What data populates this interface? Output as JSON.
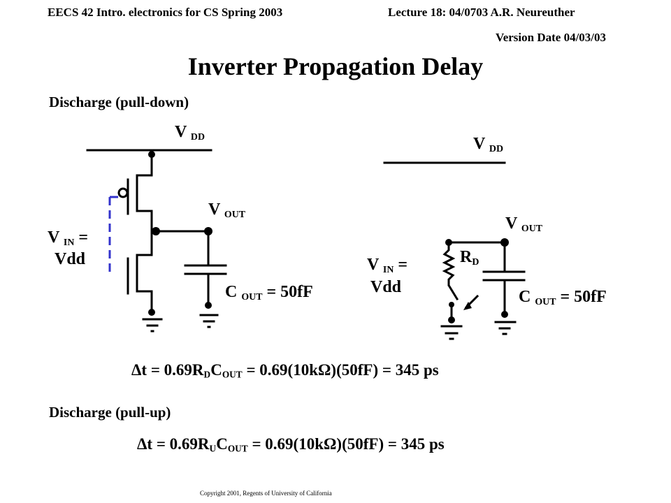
{
  "header": {
    "course": "EECS 42   Intro. electronics for CS Spring 2003",
    "lecture": "Lecture 18: 04/0703 A.R. Neureuther",
    "version": "Version Date 04/03/03"
  },
  "title": "Inverter Propagation Delay",
  "sections": {
    "pulldown": "Discharge (pull-down)",
    "pullup": "Discharge (pull-up)"
  },
  "left_circuit": {
    "vdd_main": "V",
    "vdd_sub": "DD",
    "vout_main": "V",
    "vout_sub": "OUT",
    "vin_main": "V",
    "vin_sub": "IN",
    "vin_eq": " =",
    "vin_value": "Vdd",
    "cout_main": "C",
    "cout_sub": "OUT",
    "cout_value": " = 50fF"
  },
  "right_circuit": {
    "vdd_main": "V",
    "vdd_sub": "DD",
    "vout_main": "V",
    "vout_sub": "OUT",
    "vin_main": "V",
    "vin_sub": "IN",
    "vin_eq": " =",
    "vin_value": "Vdd",
    "rd_main": "R",
    "rd_sub": "D",
    "cout_main": "C",
    "cout_sub": "OUT",
    "cout_value": " = 50fF"
  },
  "equation1": {
    "p1": "Δt  = 0.69R",
    "s1": "D",
    "p2": "C",
    "s2": "OUT",
    "p3": " = 0.69(10kΩ)(50fF) = 345 ps"
  },
  "equation2": {
    "p1": "Δt  = 0.69R",
    "s1": "U",
    "p2": "C",
    "s2": "OUT",
    "p3": " = 0.69(10kΩ)(50fF) = 345 ps"
  },
  "copyright": "Copyright 2001, Regents of University of California",
  "colors": {
    "dashed_connector": "#3333cc",
    "ink": "#000000"
  }
}
